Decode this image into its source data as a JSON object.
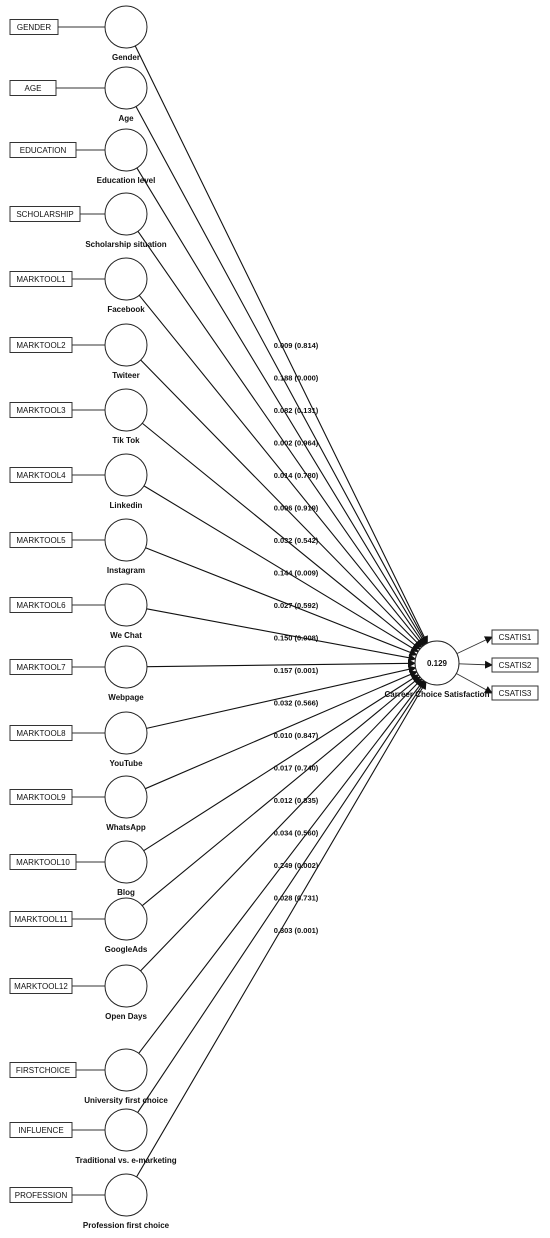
{
  "constructs": [
    {
      "indicator": "GENDER",
      "label": "Gender",
      "coef": ""
    },
    {
      "indicator": "AGE",
      "label": "Age",
      "coef": ""
    },
    {
      "indicator": "EDUCATION",
      "label": "Education level",
      "coef": ""
    },
    {
      "indicator": "SCHOLARSHIP",
      "label": "Scholarship situation",
      "coef": ""
    },
    {
      "indicator": "MARKTOOL1",
      "label": "Facebook",
      "coef": "0.009 (0.814)"
    },
    {
      "indicator": "MARKTOOL2",
      "label": "Twiteer",
      "coef": "0.188 (0.000)"
    },
    {
      "indicator": "MARKTOOL3",
      "label": "Tik Tok",
      "coef": "0.082 (0.131)"
    },
    {
      "indicator": "MARKTOOL4",
      "label": "Linkedin",
      "coef": "0.002 (0.964)"
    },
    {
      "indicator": "MARKTOOL5",
      "label": "Instagram",
      "coef": "0.014 (0.780)"
    },
    {
      "indicator": "MARKTOOL6",
      "label": "We Chat",
      "coef": "0.006 (0.919)"
    },
    {
      "indicator": "MARKTOOL7",
      "label": "Webpage",
      "coef": "0.032 (0.542)"
    },
    {
      "indicator": "MARKTOOL8",
      "label": "YouTube",
      "coef": "0.144 (0.009)"
    },
    {
      "indicator": "MARKTOOL9",
      "label": "WhatsApp",
      "coef": "0.027 (0.592)"
    },
    {
      "indicator": "MARKTOOL10",
      "label": "Blog",
      "coef": "0.150 (0.008)"
    },
    {
      "indicator": "MARKTOOL11",
      "label": "GoogleAds",
      "coef": "0.157 (0.001)"
    },
    {
      "indicator": "MARKTOOL12",
      "label": "Open Days",
      "coef": "0.032 (0.566)"
    },
    {
      "indicator": "FIRSTCHOICE",
      "label": "University first choice",
      "coef": "0.010 (0.847)"
    },
    {
      "indicator": "INFLUENCE",
      "label": "Traditional vs. e-marketing",
      "coef": "0.017 (0.740)"
    },
    {
      "indicator": "PROFESSION",
      "label": "Profession first choice",
      "coef": "0.012 (0.835)"
    }
  ],
  "extra_coefficients": [
    "0.034 (0.560)",
    "0.249 (0.002)",
    "0.028 (0.731)",
    "0.303 (0.001)"
  ],
  "target": {
    "label": "Carreer Choice Satisfaction",
    "value": "0.129",
    "indicators": [
      "CSATIS1",
      "CSATIS2",
      "CSATIS3"
    ]
  }
}
